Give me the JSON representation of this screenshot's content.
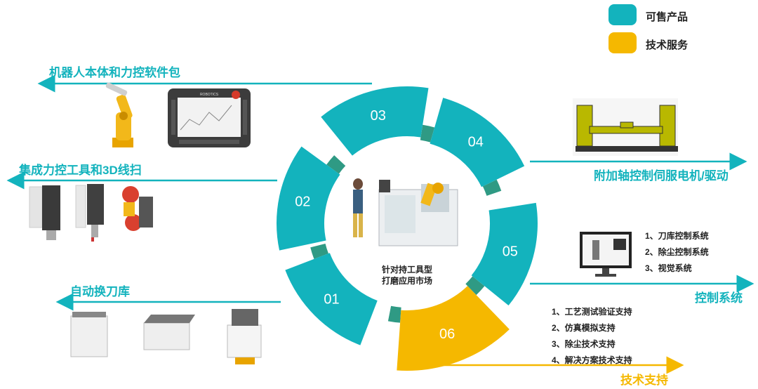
{
  "legend": {
    "items": [
      {
        "label": "可售产品",
        "color": "#13b3bd"
      },
      {
        "label": "技术服务",
        "color": "#f5b800"
      }
    ]
  },
  "segments": [
    {
      "num": "01",
      "color": "#13b3bd"
    },
    {
      "num": "02",
      "color": "#13b3bd"
    },
    {
      "num": "03",
      "color": "#13b3bd"
    },
    {
      "num": "04",
      "color": "#13b3bd"
    },
    {
      "num": "05",
      "color": "#13b3bd"
    },
    {
      "num": "06",
      "color": "#f5b800"
    }
  ],
  "ring_gap_color": "#2f9a84",
  "center": {
    "line1": "针对持工具型",
    "line2": "打磨应用市场"
  },
  "labels": {
    "robot_pkg": "机器人本体和力控软件包",
    "force_tool": "集成力控工具和3D线扫",
    "tool_changer": "自动换刀库",
    "aux_axis": "附加轴控制伺服电机/驱动",
    "control_system": "控制系统",
    "tech_support": "技术支持"
  },
  "pendant": {
    "brand": "ROBOTICS"
  },
  "control_list": [
    "1、刀库控制系统",
    "2、除尘控制系统",
    "3、视觉系统"
  ],
  "support_list": [
    "1、工艺测试验证支持",
    "2、仿真模拟支持",
    "3、除尘技术支持",
    "4、解决方案技术支持"
  ]
}
